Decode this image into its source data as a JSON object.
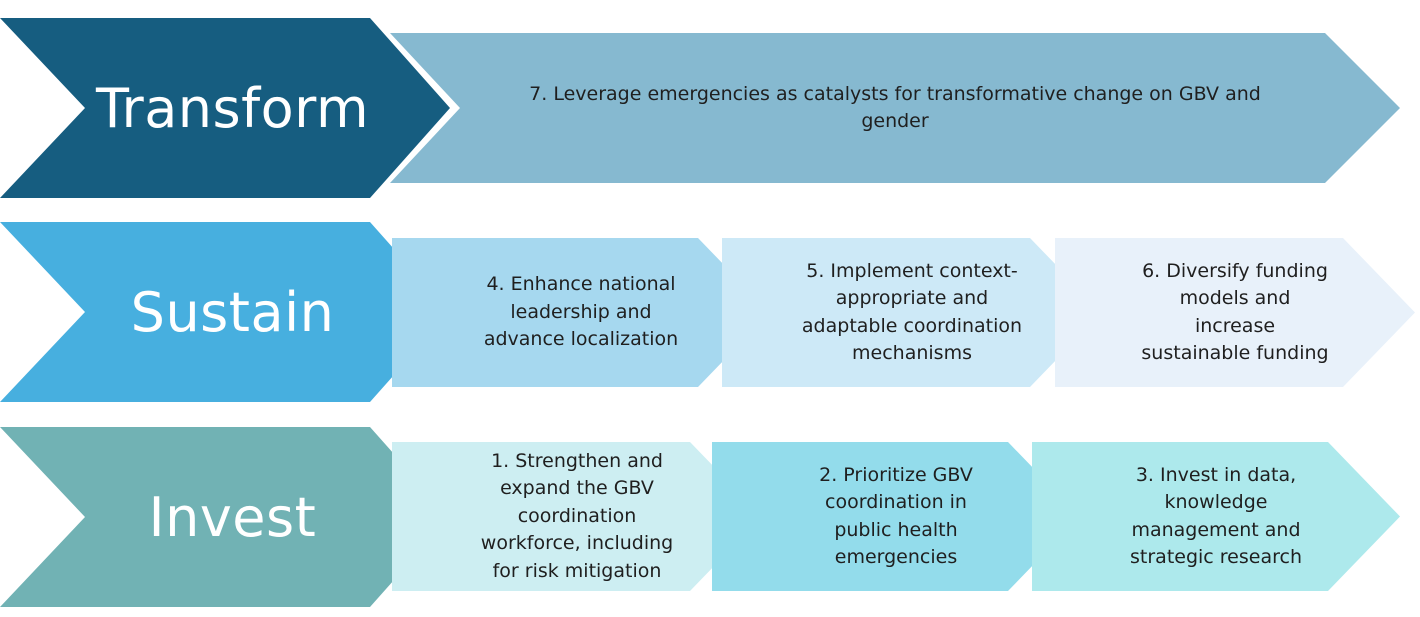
{
  "rows": [
    {
      "key": "transform",
      "label": "Transform",
      "color": "#165d80",
      "steps": [
        {
          "text": "7. Leverage emergencies as catalysts for transformative change on GBV and gender",
          "color": "#86b9d0"
        }
      ]
    },
    {
      "key": "sustain",
      "label": "Sustain",
      "color": "#47afdf",
      "steps": [
        {
          "text": "4. Enhance national leadership and advance localization",
          "color": "#a6d8ef"
        },
        {
          "text": "5. Implement context-appropriate and adaptable coordination mechanisms",
          "color": "#cde9f7"
        },
        {
          "text": "6. Diversify funding models and increase sustainable funding",
          "color": "#e8f1fa"
        }
      ]
    },
    {
      "key": "invest",
      "label": "Invest",
      "color": "#71b2b4",
      "steps": [
        {
          "text": "1. Strengthen and expand the GBV coordination workforce, including for risk mitigation",
          "color": "#cdeef2"
        },
        {
          "text": "2. Prioritize GBV coordination in public health emergencies",
          "color": "#93dceb"
        },
        {
          "text": "3. Invest in data, knowledge management and strategic research",
          "color": "#ade9ec"
        }
      ]
    }
  ]
}
